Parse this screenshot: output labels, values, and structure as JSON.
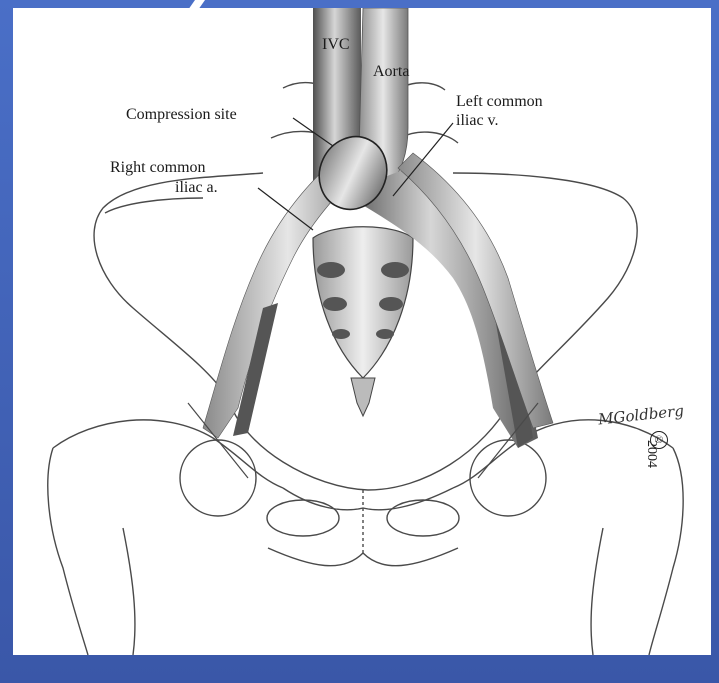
{
  "figure": {
    "labels": {
      "ivc": "IVC",
      "aorta": "Aorta",
      "compression_site": "Compression site",
      "left_common_iliac_v_line1": "Left common",
      "left_common_iliac_v_line2": "iliac v.",
      "right_common_iliac_a_line1": "Right common",
      "right_common_iliac_a_line2": "iliac a."
    },
    "signature": "MGoldberg",
    "copyright_symbol": "©",
    "copyright_year": "2004"
  },
  "colors": {
    "background": "#3f5fb4",
    "panel": "#ffffff",
    "vessel_dark": "#6f6f6f",
    "vessel_light": "#bdbdbd",
    "bone_outline": "#4a4a4a"
  }
}
